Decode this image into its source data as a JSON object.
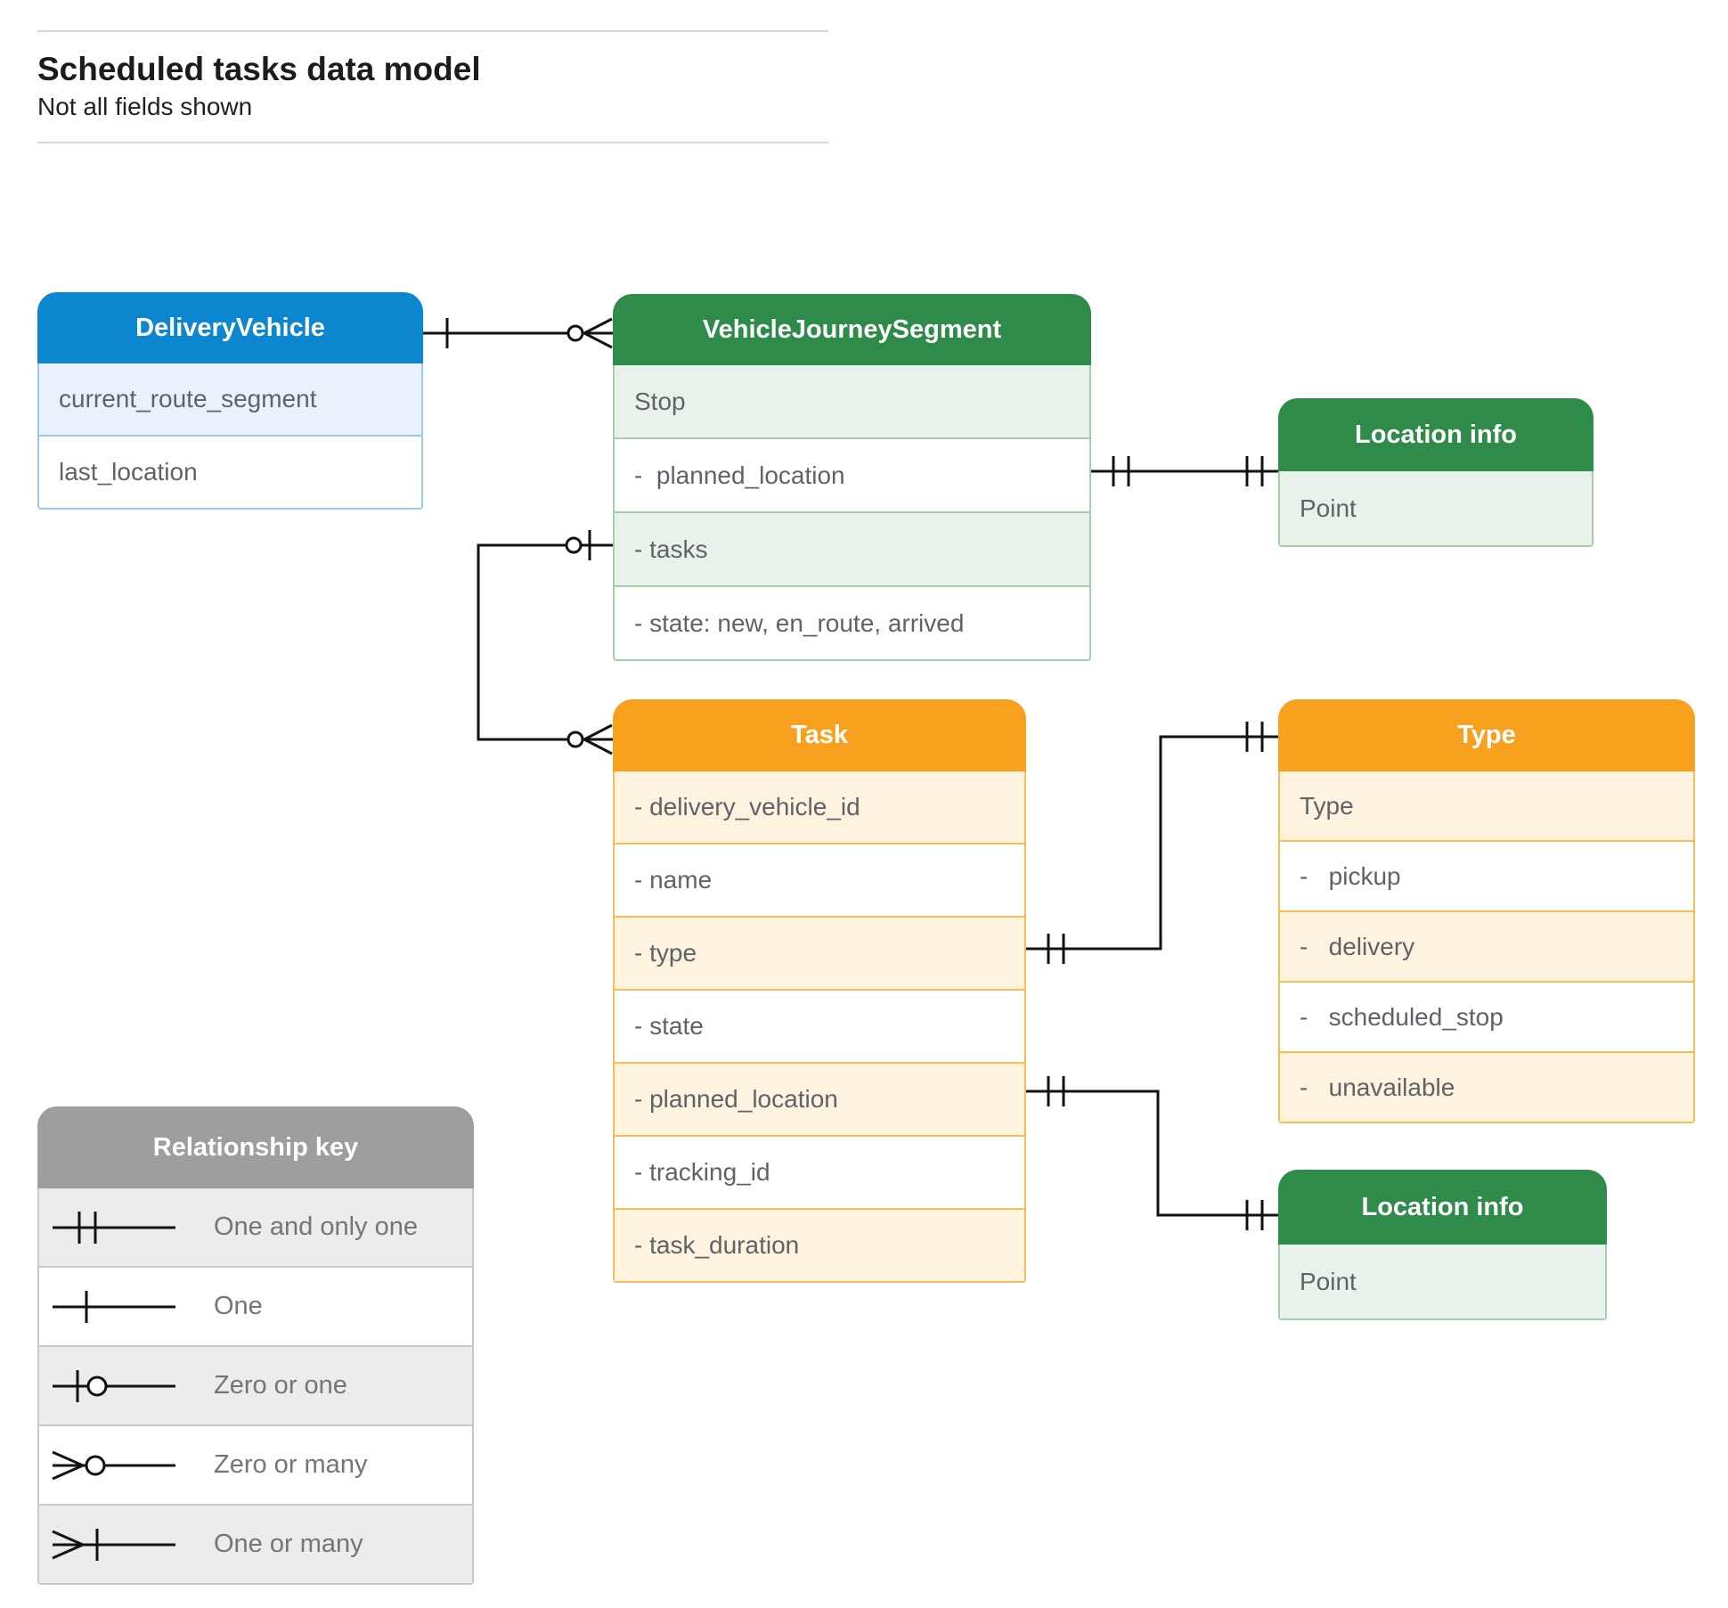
{
  "page": {
    "title": "Scheduled tasks data model",
    "subtitle": "Not all fields shown"
  },
  "colors": {
    "blue_header": "#0d86d0",
    "blue_tint": "#e8f1fc",
    "green_header": "#2e8b4a",
    "green_tint": "#e9f2ea",
    "orange_header": "#f8a11f",
    "orange_tint": "#fdf3df",
    "gray_header": "#9e9e9e",
    "gray_tint": "#ececec",
    "connector": "#111111"
  },
  "entities": {
    "delivery_vehicle": {
      "title": "DeliveryVehicle",
      "rows": [
        "current_route_segment",
        "last_location"
      ]
    },
    "vehicle_journey_segment": {
      "title": "VehicleJourneySegment",
      "rows": [
        "Stop",
        "-  planned_location",
        "- tasks",
        "- state: new, en_route, arrived"
      ]
    },
    "location_info_top": {
      "title": "Location info",
      "rows": [
        "Point"
      ]
    },
    "task": {
      "title": "Task",
      "rows": [
        "- delivery_vehicle_id",
        "- name",
        "- type",
        "- state",
        "- planned_location",
        "- tracking_id",
        "- task_duration"
      ]
    },
    "type": {
      "title": "Type",
      "rows": [
        "Type",
        "-   pickup",
        "-   delivery",
        "-   scheduled_stop",
        "-   unavailable"
      ]
    },
    "location_info_bottom": {
      "title": "Location info",
      "rows": [
        "Point"
      ]
    }
  },
  "legend": {
    "title": "Relationship key",
    "items": [
      {
        "symbol": "one-and-only-one",
        "label": "One and only one"
      },
      {
        "symbol": "one",
        "label": "One"
      },
      {
        "symbol": "zero-or-one",
        "label": "Zero or one"
      },
      {
        "symbol": "zero-or-many",
        "label": "Zero or many"
      },
      {
        "symbol": "one-or-many",
        "label": "One or many"
      }
    ]
  }
}
